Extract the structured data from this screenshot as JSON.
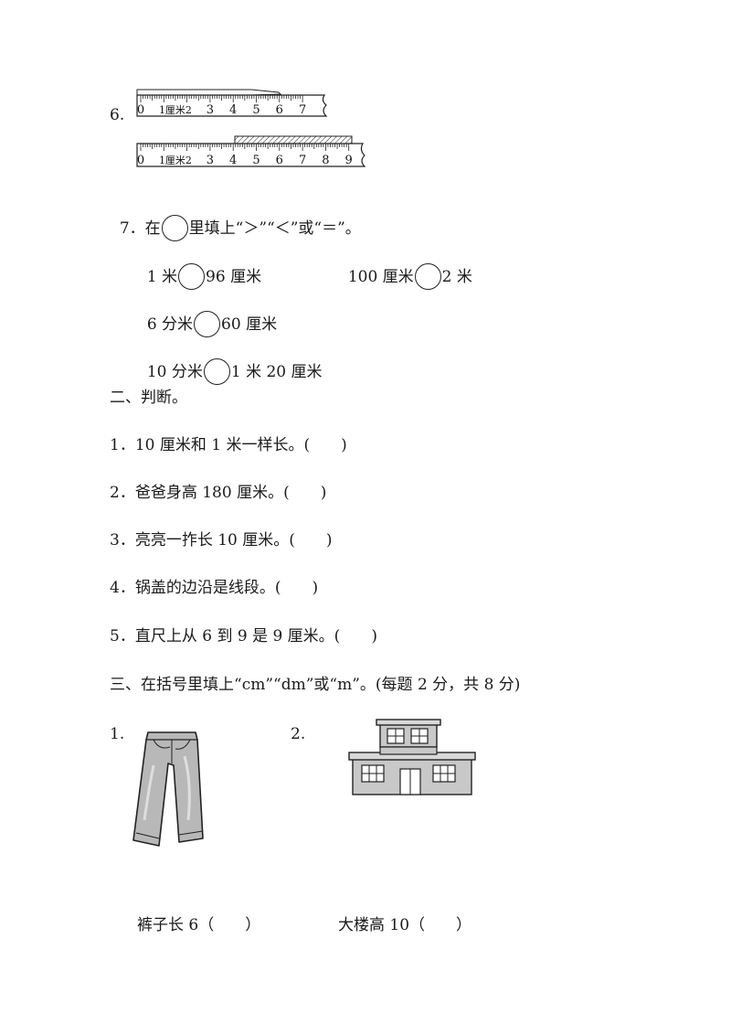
{
  "q6": {
    "number": "6.",
    "ruler_a_labels": [
      "0",
      "1厘米2",
      "3",
      "4",
      "5",
      "6",
      "7"
    ],
    "ruler_b_labels": [
      "0",
      "1厘米2",
      "3",
      "4",
      "5",
      "6",
      "7",
      "8",
      "9"
    ]
  },
  "q7": {
    "title_prefix": "7．在",
    "title_suffix": "里填上“＞”“＜”或“＝”。",
    "items": [
      {
        "left": "1 米",
        "right": "96 厘米"
      },
      {
        "left": "100 厘米",
        "right": "2 米"
      },
      {
        "left": "6 分米",
        "right": "60 厘米"
      },
      {
        "left": "10 分米",
        "right": "1 米 20 厘米"
      }
    ]
  },
  "section2": {
    "heading": "二、判断。",
    "items": [
      "1．10 厘米和 1 米一样长。(　　)",
      "2．爸爸身高 180 厘米。(　　)",
      "3．亮亮一拃长 10 厘米。(　　)",
      "4．锅盖的边沿是线段。(　　)",
      "5．直尺上从 6 到 9 是 9 厘米。(　　)"
    ]
  },
  "section3": {
    "heading": "三、在括号里填上“cm”“dm”或“m”。(每题 2 分，共 8 分)",
    "item1_number": "1.",
    "item2_number": "2.",
    "item1_caption": "裤子长 6（　　）",
    "item2_caption": "大楼高 10（　　）"
  }
}
